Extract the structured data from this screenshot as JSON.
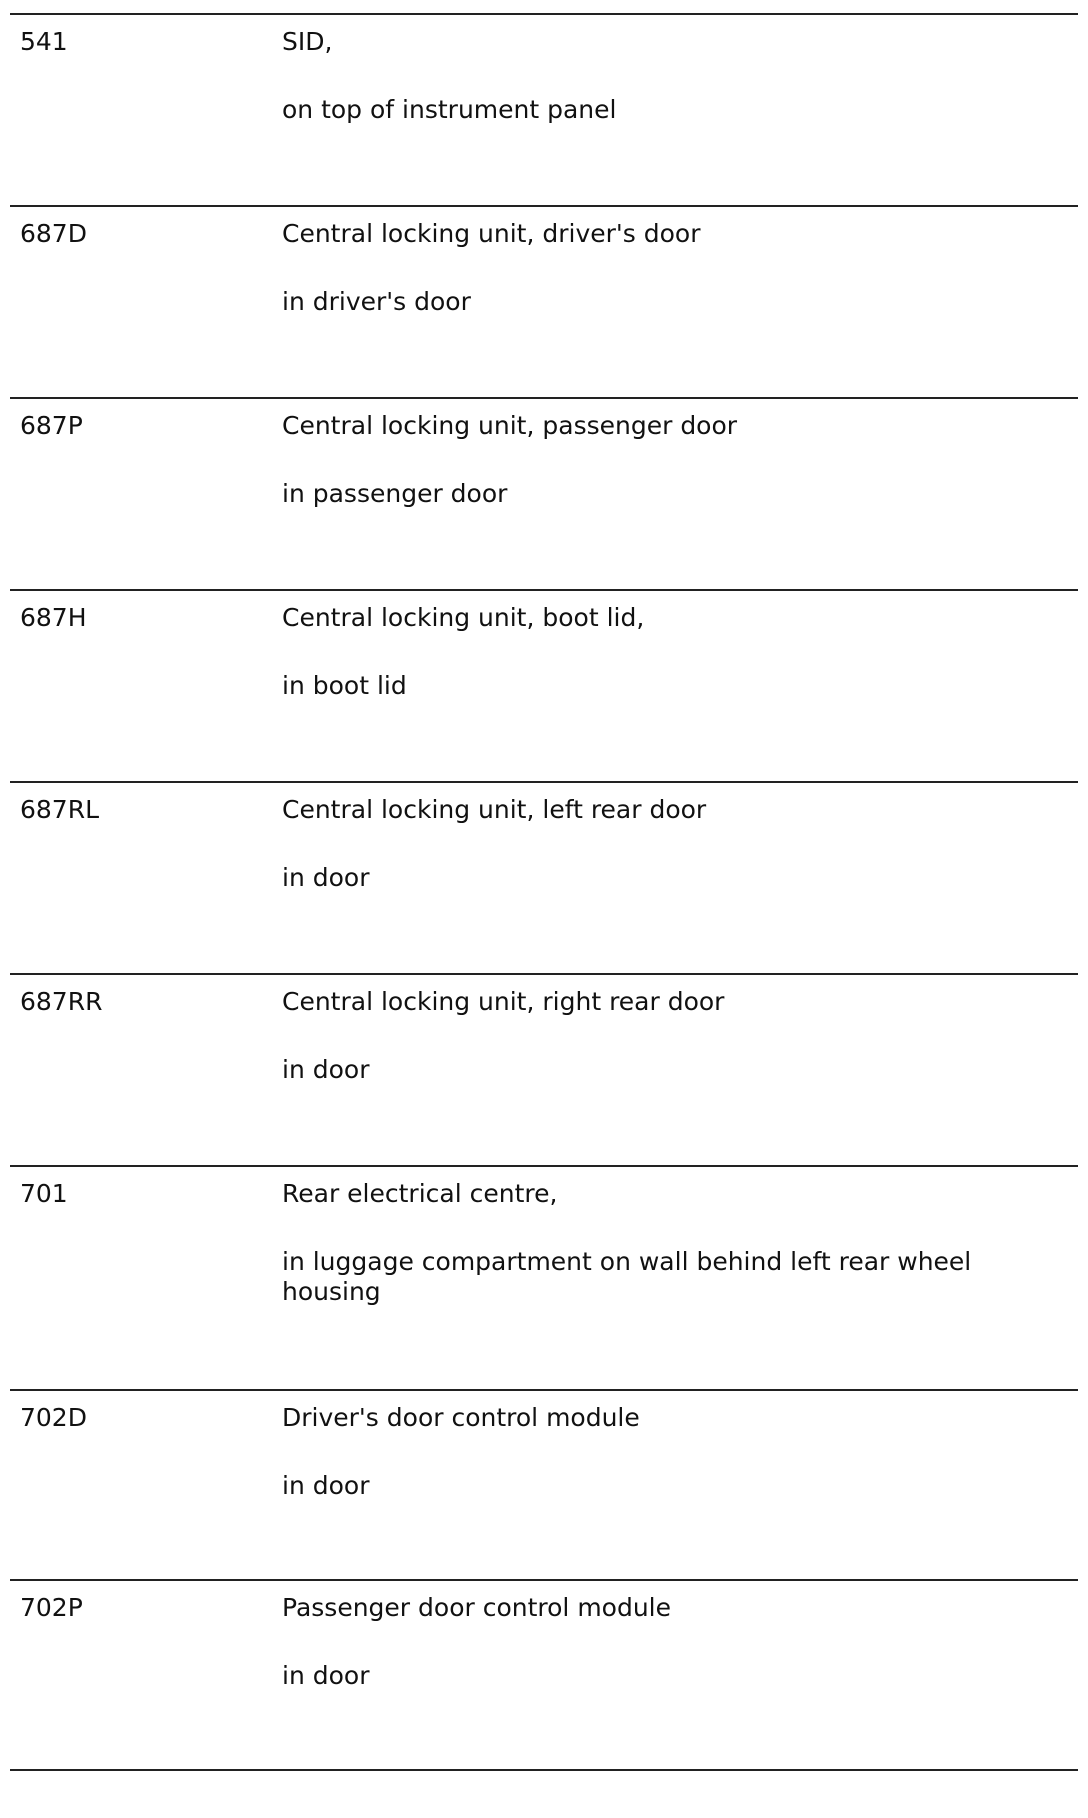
{
  "rows": [
    {
      "code": "541",
      "title": "SID,",
      "location": "on top of instrument panel"
    },
    {
      "code": "687D",
      "title": "Central locking unit, driver's door",
      "location": "in driver's door"
    },
    {
      "code": "687P",
      "title": "Central locking unit, passenger door",
      "location": "in passenger door"
    },
    {
      "code": "687H",
      "title": "Central locking unit, boot lid,",
      "location": "in boot lid"
    },
    {
      "code": "687RL",
      "title": "Central locking unit, left rear door",
      "location": "in door"
    },
    {
      "code": "687RR",
      "title": "Central locking unit, right rear door",
      "location": "in door"
    },
    {
      "code": "701",
      "title": "Rear electrical centre,",
      "location": "in luggage compartment on wall behind left rear wheel housing"
    },
    {
      "code": "702D",
      "title": "Driver's door control module",
      "location": "in door"
    },
    {
      "code": "702P",
      "title": "Passenger door control module",
      "location": "in door"
    }
  ]
}
